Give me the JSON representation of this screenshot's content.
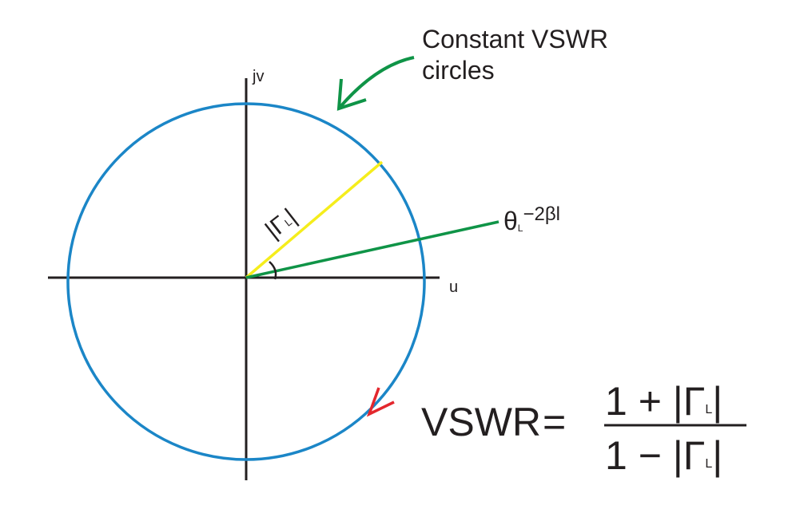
{
  "annotation": {
    "line1": "Constant VSWR",
    "line2": "circles"
  },
  "axes": {
    "vertical_label": "jv",
    "horizontal_label": "u"
  },
  "labels": {
    "gamma_magnitude": "|Γ_L|",
    "gamma_symbol": "Γ",
    "gamma_subscript": "L",
    "theta_symbol": "θ",
    "theta_subscript": "L",
    "angle_rest": "−2βl"
  },
  "formula": {
    "lhs": "VSWR",
    "equals": "=",
    "numerator_prefix": "1 +",
    "denominator_prefix": "1 −",
    "gamma_symbol": "Γ",
    "gamma_subscript": "L"
  },
  "colors": {
    "circle": "#1b86c7",
    "axes": "#231f20",
    "gamma_line": "#f5ed1c",
    "angle_line": "#0f9447",
    "annotation_arrow": "#0f9447",
    "direction_arrow": "#e3272d"
  }
}
